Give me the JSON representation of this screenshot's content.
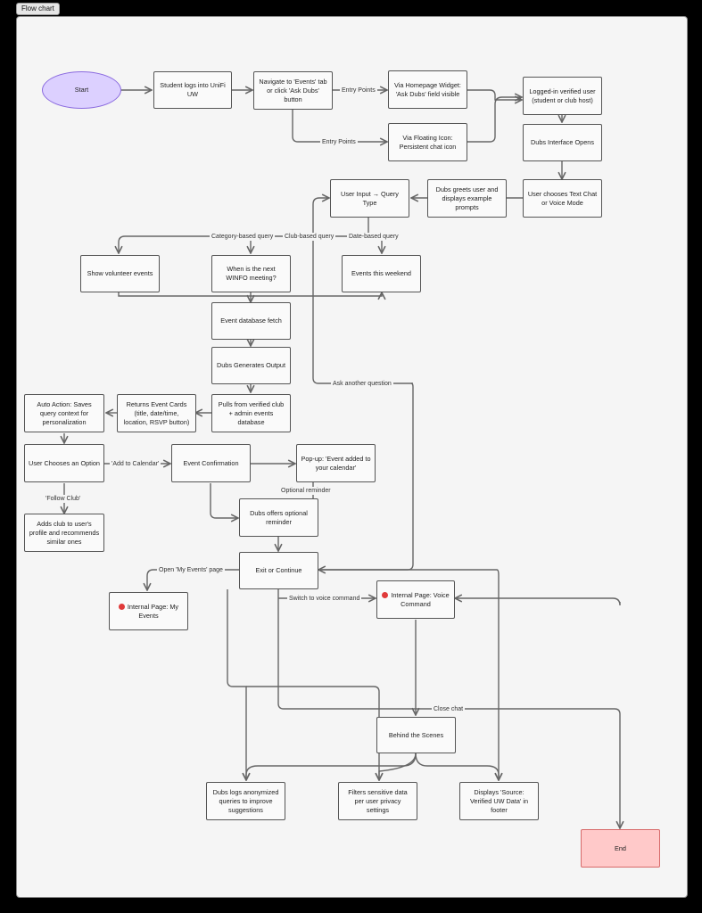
{
  "tab_label": "Flow chart",
  "nodes": {
    "start": "Start",
    "login": "Student logs into UniFi UW",
    "navigate": "Navigate to 'Events' tab or click 'Ask Dubs' button",
    "widget": "Via Homepage Widget: 'Ask Dubs' field visible",
    "floating": "Via Floating Icon: Persistent chat icon",
    "verified": "Logged-in verified user (student or club host)",
    "interface": "Dubs Interface Opens",
    "mode": "User chooses Text Chat or Voice Mode",
    "greets": "Dubs greets user and displays example prompts",
    "input": "User Input → Query Type",
    "volunteer": "Show volunteer events",
    "winfo": "When is the next WINFO meeting?",
    "weekend": "Events this weekend",
    "fetch": "Event database fetch",
    "generates": "Dubs Generates Output",
    "pulls": "Pulls from verified club + admin events database",
    "cards": "Returns Event Cards (title, date/time, location, RSVP button)",
    "auto": "Auto Action: Saves query context for personalization",
    "option": "User Chooses an Option",
    "confirm": "Event Confirmation",
    "popup": "Pop-up: 'Event added to your calendar'",
    "adds_club": "Adds club to user's profile and recommends similar ones",
    "reminder": "Dubs offers optional reminder",
    "exit": "Exit or Continue",
    "my_events": "Internal Page: My Events",
    "voice": "Internal Page: Voice Command",
    "scenes": "Behind the Scenes",
    "logs": "Dubs logs anonymized queries to improve suggestions",
    "filters": "Filters sensitive data per user privacy settings",
    "displays": "Displays 'Source: Verified UW Data' in footer",
    "end": "End"
  },
  "labels": {
    "entry1": "Entry Points",
    "entry2": "Entry Points",
    "category": "Category-based query",
    "club": "Club-based query",
    "date": "Date-based query",
    "ask_another": "Ask another question",
    "add_calendar": "'Add to Calendar'",
    "follow_club": "'Follow Club'",
    "optional_reminder": "Optional reminder",
    "open_events": "Open 'My Events' page",
    "switch_voice": "Switch to voice command",
    "close_chat": "Close chat"
  },
  "colors": {
    "start_fill": "#dcd0ff",
    "start_border": "#8a6adf",
    "end_fill": "#ffc9c9",
    "end_border": "#d76a6a",
    "internal_dot": "#e03a3a",
    "connector": "#666666"
  }
}
